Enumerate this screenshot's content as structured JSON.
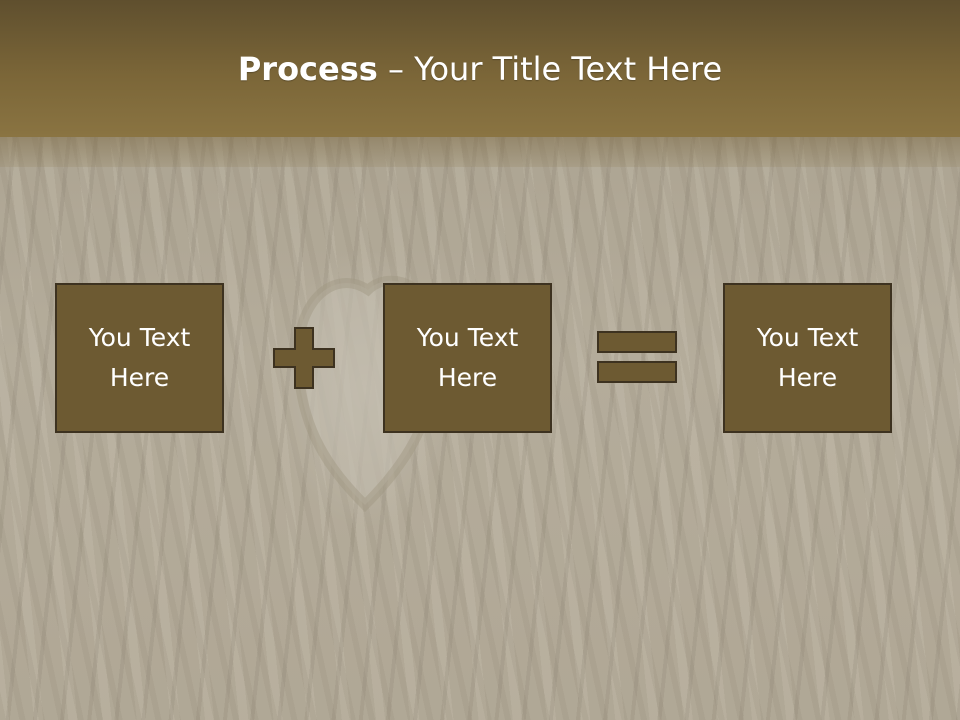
{
  "slide": {
    "title_bold": "Process",
    "title_separator": " – ",
    "title_rest": "Your Title Text Here"
  },
  "process": {
    "steps": [
      {
        "text": "You Text Here"
      },
      {
        "text": "You Text Here"
      },
      {
        "text": "You Text Here"
      }
    ],
    "operators": [
      "plus-icon",
      "equals-icon"
    ]
  },
  "colors": {
    "header": "#7b6638",
    "box_fill": "#6d5a32",
    "box_border": "#3d3220",
    "text": "#ffffff"
  }
}
